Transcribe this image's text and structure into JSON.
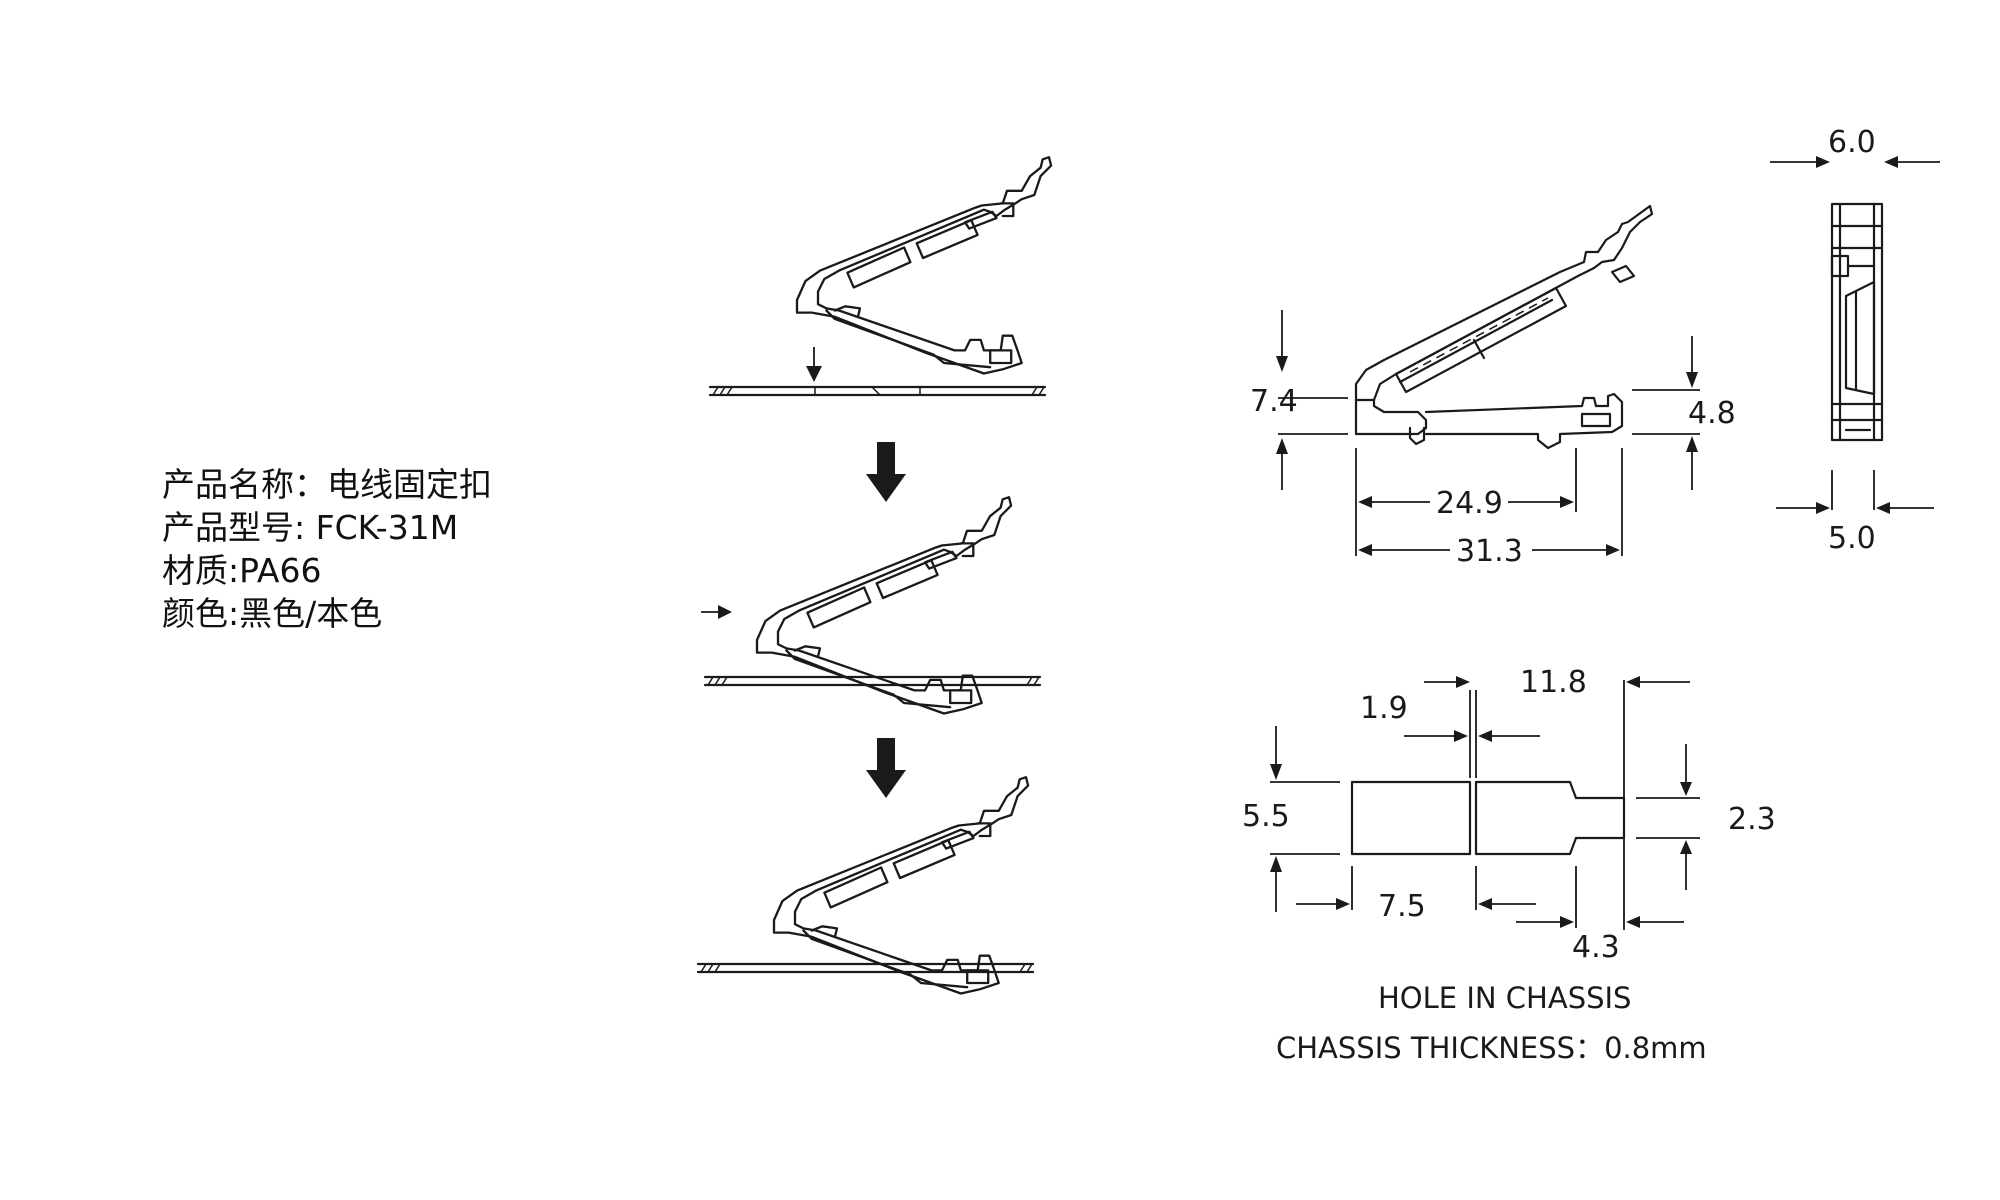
{
  "product_info": {
    "name_line": "产品名称：电线固定扣",
    "model_line": "产品型号: FCK-31M",
    "material_line": "材质:PA66",
    "color_line": "颜色:黑色/本色"
  },
  "dimensions": {
    "side_height": "7.4",
    "side_inner_height": "4.8",
    "inner_length": "24.9",
    "overall_length": "31.3",
    "top_width": "6.0",
    "base_width": "5.0",
    "hole_gap": "1.9",
    "hole_slot_length": "11.8",
    "hole_height": "5.5",
    "hole_square_width": "7.5",
    "hole_neck_height": "2.3",
    "hole_neck_length": "4.3"
  },
  "caption": {
    "line1": "HOLE IN CHASSIS",
    "line2": "CHASSIS THICKNESS：0.8mm"
  }
}
